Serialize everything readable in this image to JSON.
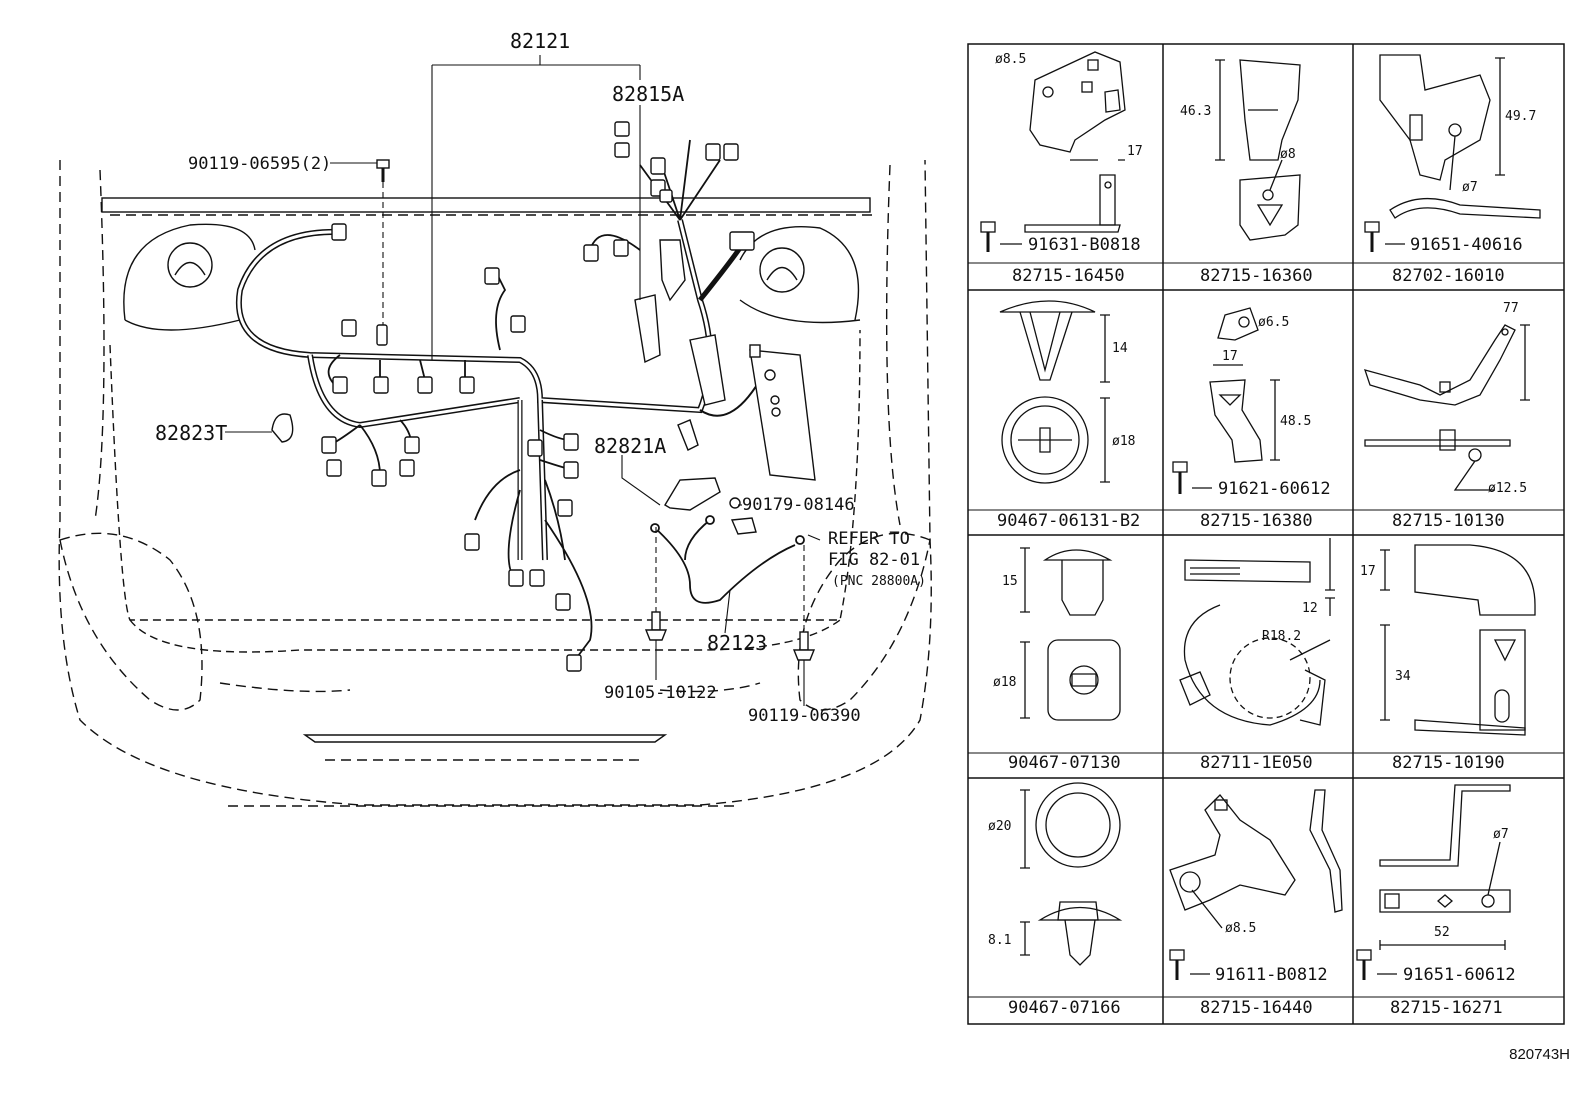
{
  "main_diagram": {
    "callouts": {
      "wire_harness": "82121",
      "protector": "82815A",
      "bolt_top": "90119-06595(2)",
      "clamp_left": "82823T",
      "bracket": "82821A",
      "nut": "90179-08146",
      "refer_line1": "REFER TO",
      "refer_line2": "FIG 82-01",
      "refer_line3": "(PNC 28800A)",
      "ground_wire": "82123",
      "bolt_left": "90105-10122",
      "bolt_right": "90119-06390"
    }
  },
  "parts_grid": [
    {
      "part": "82715-16450",
      "fastener": "91631-B0818",
      "dims": [
        "ø8.5",
        "17"
      ]
    },
    {
      "part": "82715-16360",
      "fastener": "",
      "dims": [
        "46.3",
        "ø8"
      ]
    },
    {
      "part": "82702-16010",
      "fastener": "91651-40616",
      "dims": [
        "49.7",
        "ø7"
      ]
    },
    {
      "part": "90467-06131-B2",
      "fastener": "",
      "dims": [
        "14",
        "ø18"
      ]
    },
    {
      "part": "82715-16380",
      "fastener": "91621-60612",
      "dims": [
        "ø6.5",
        "17",
        "48.5"
      ]
    },
    {
      "part": "82715-10130",
      "fastener": "",
      "dims": [
        "77",
        "ø12.5"
      ]
    },
    {
      "part": "90467-07130",
      "fastener": "",
      "dims": [
        "15",
        "ø18"
      ]
    },
    {
      "part": "82711-1E050",
      "fastener": "",
      "dims": [
        "12",
        "R18.2"
      ]
    },
    {
      "part": "82715-10190",
      "fastener": "",
      "dims": [
        "17",
        "34"
      ]
    },
    {
      "part": "90467-07166",
      "fastener": "",
      "dims": [
        "ø20",
        "8.1"
      ]
    },
    {
      "part": "82715-16440",
      "fastener": "91611-B0812",
      "dims": [
        "ø8.5"
      ]
    },
    {
      "part": "82715-16271",
      "fastener": "91651-60612",
      "dims": [
        "ø7",
        "52"
      ]
    }
  ],
  "figure_code": "820743H"
}
